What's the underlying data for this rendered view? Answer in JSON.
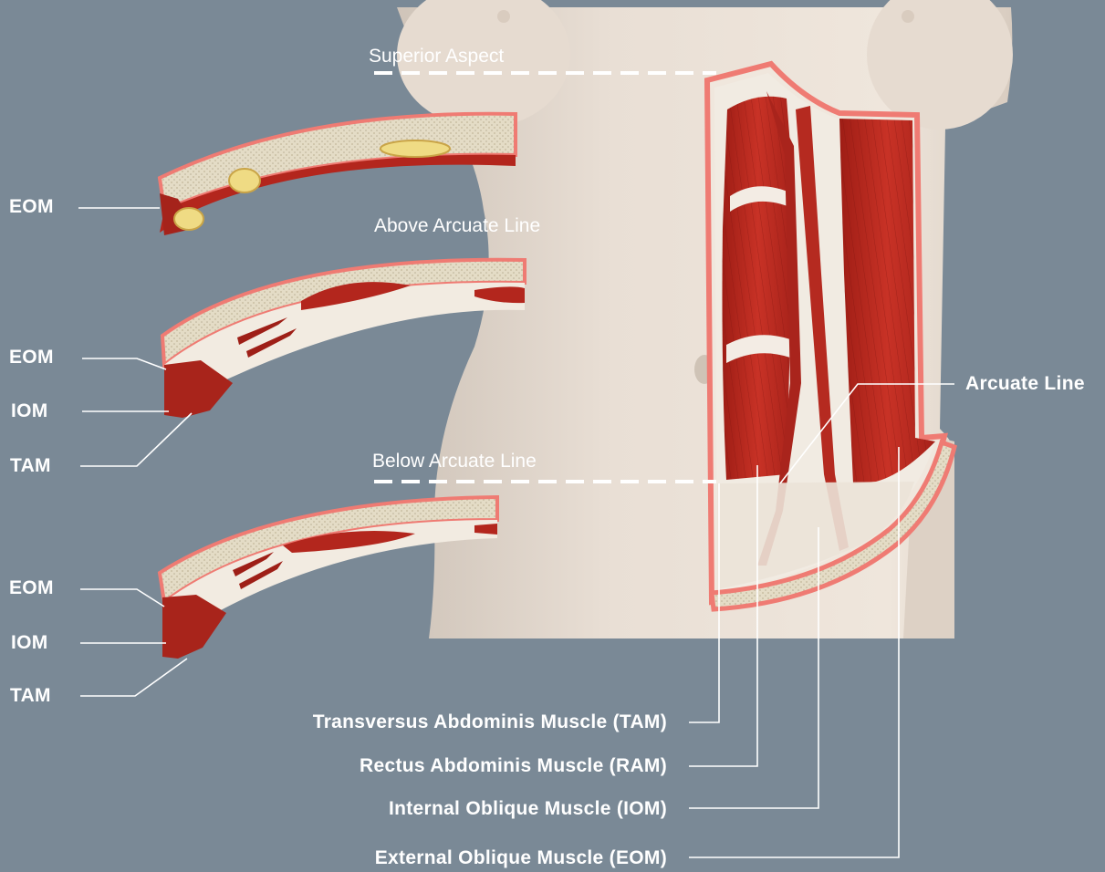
{
  "sections": {
    "superior": "Superior Aspect",
    "above": "Above Arcuate Line",
    "below": "Below Arcuate Line"
  },
  "cross_section_labels": {
    "top": {
      "eom": "EOM"
    },
    "middle": {
      "eom": "EOM",
      "iom": "IOM",
      "tam": "TAM"
    },
    "bottom": {
      "eom": "EOM",
      "iom": "IOM",
      "tam": "TAM"
    }
  },
  "arcuate_line": "Arcuate Line",
  "muscle_legend": {
    "tam": "Transversus Abdominis Muscle (TAM)",
    "ram": "Rectus Abdominis Muscle (RAM)",
    "iom": "Internal Oblique Muscle (IOM)",
    "eom": "External Oblique Muscle (EOM)"
  },
  "colors": {
    "background": "#7a8996",
    "skin": "#e8ddd3",
    "skin_shadow": "#d7cbbf",
    "muscle": "#b8281e",
    "muscle_dark": "#8e1a13",
    "fascia": "#f3ece2",
    "fat": "#e4dcc6",
    "skin_edge": "#f08078",
    "fat_pad": "#e8c86a",
    "leader_line": "#ffffff"
  }
}
